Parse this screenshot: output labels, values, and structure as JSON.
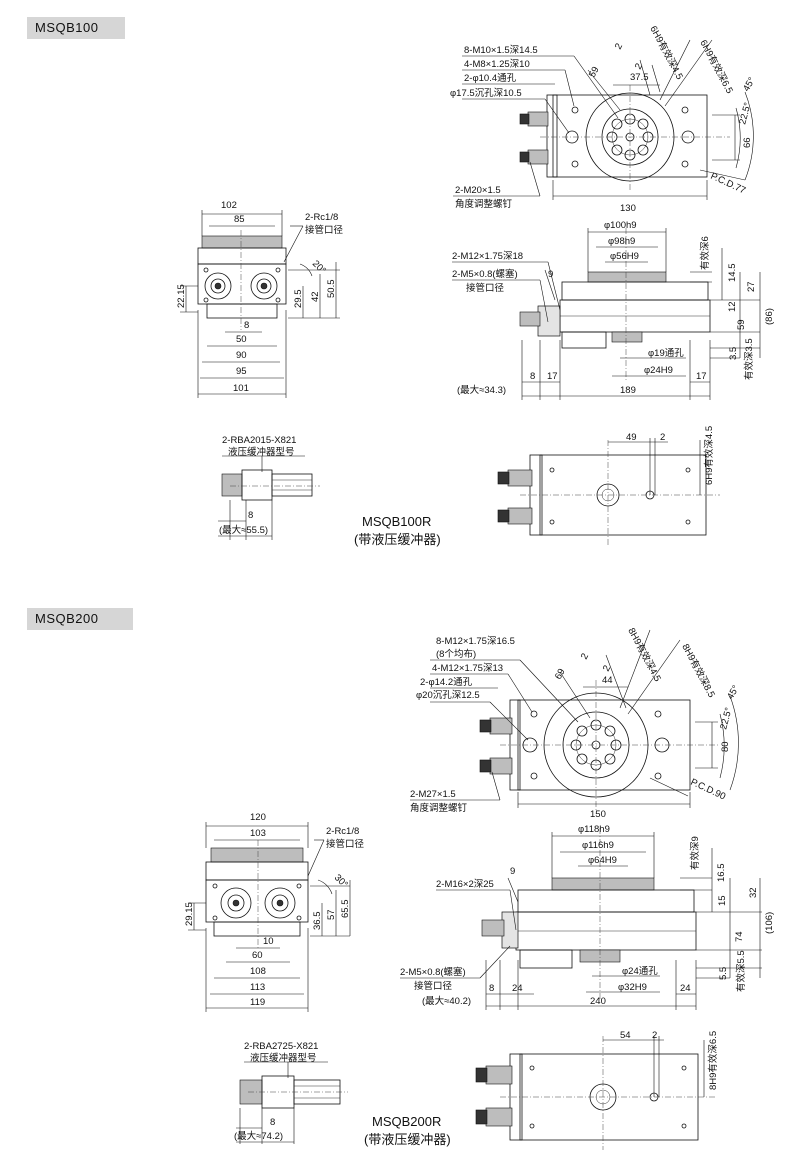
{
  "sections": [
    {
      "tag": "MSQB100",
      "top_view": {
        "callouts": [
          "8-M10×1.5深14.5",
          "4-M8×1.25深10",
          "2-φ10.4通孔",
          "φ17.5沉孔深10.5",
          "2-M20×1.5",
          "角度调整螺钉"
        ],
        "dims": [
          "59",
          "37.5",
          "2",
          "2",
          "66",
          "130"
        ],
        "depth": [
          "6H9有效深4.5",
          "6H9有效深6.5"
        ],
        "angles": [
          "45°",
          "22.5°"
        ],
        "pcd": "P.C.D.77"
      },
      "end_view": {
        "dims": [
          "102",
          "85",
          "22.15",
          "29.5",
          "42",
          "50.5",
          "8",
          "50",
          "90",
          "95",
          "101",
          "20°"
        ],
        "port": [
          "2-Rc1/8",
          "接管口径"
        ]
      },
      "side_view": {
        "dims": [
          "φ100h9",
          "φ98h9",
          "φ56H9",
          "9",
          "14.5",
          "27",
          "12",
          "59",
          "(86)",
          "3.5",
          "φ19通孔",
          "φ24H9",
          "8",
          "17",
          "17",
          "(最大≈34.3)",
          "189"
        ],
        "callouts": [
          "2-M12×1.75深18",
          "2-M5×0.8(螺塞)",
          "接管口径"
        ],
        "depth": [
          "有效深6",
          "有效深3.5"
        ]
      },
      "shock": {
        "callouts": [
          "2-RBA2015-X821",
          "液压缓冲器型号"
        ],
        "dims": [
          "8",
          "(最大≈55.5)"
        ]
      },
      "r_top": {
        "dims": [
          "49",
          "2"
        ],
        "depth": "6H9有效深4.5"
      },
      "model": [
        "MSQB100R",
        "(带液压缓冲器)"
      ]
    },
    {
      "tag": "MSQB200",
      "top_view": {
        "callouts": [
          "8-M12×1.75深16.5",
          "(8个均布)",
          "4-M12×1.75深13",
          "2-φ14.2通孔",
          "φ20沉孔深12.5",
          "2-M27×1.5",
          "角度调整螺钉"
        ],
        "dims": [
          "69",
          "44",
          "2",
          "2",
          "80",
          "150"
        ],
        "depth": [
          "8H9有效深4.5",
          "8H9有效深8.5"
        ],
        "angles": [
          "45°",
          "22.5°"
        ],
        "pcd": "P.C.D.90"
      },
      "end_view": {
        "dims": [
          "120",
          "103",
          "29.15",
          "36.5",
          "57",
          "65.5",
          "10",
          "60",
          "108",
          "113",
          "119",
          "30°"
        ],
        "port": [
          "2-Rc1/8",
          "接管口径"
        ]
      },
      "side_view": {
        "dims": [
          "φ118h9",
          "φ116h9",
          "φ64H9",
          "9",
          "16.5",
          "32",
          "15",
          "74",
          "(106)",
          "5.5",
          "φ24通孔",
          "φ32H9",
          "8",
          "24",
          "24",
          "(最大≈40.2)",
          "240"
        ],
        "callouts": [
          "2-M16×2深25",
          "2-M5×0.8(螺塞)",
          "接管口径"
        ],
        "depth": [
          "有效深9",
          "有效深5.5"
        ]
      },
      "shock": {
        "callouts": [
          "2-RBA2725-X821",
          "液压缓冲器型号"
        ],
        "dims": [
          "8",
          "(最大≈74.2)"
        ]
      },
      "r_top": {
        "dims": [
          "54",
          "2"
        ],
        "depth": "8H9有效深6.5"
      },
      "model": [
        "MSQB200R",
        "(带液压缓冲器)"
      ]
    }
  ]
}
